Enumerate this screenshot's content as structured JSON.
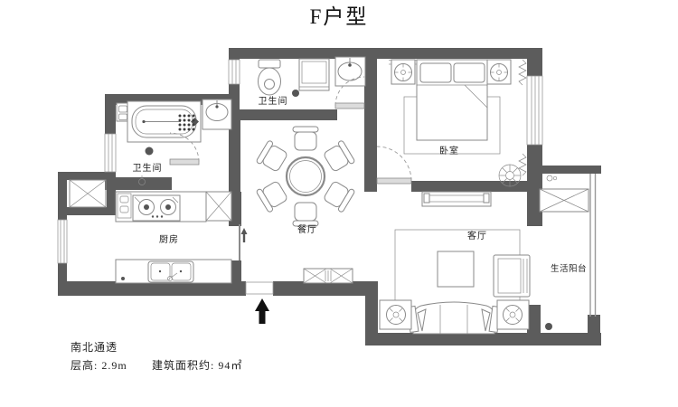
{
  "title": "F户型",
  "rooms": {
    "bath_top": "卫生间",
    "bath_left": "卫生间",
    "kitchen": "厨房",
    "dining": "餐厅",
    "bedroom": "卧室",
    "living": "客厅",
    "balcony": "生活阳台"
  },
  "annotations": {
    "orientation": "南北通透",
    "floor_height": "层高: 2.9m",
    "area": "建筑面积约: 94㎡"
  },
  "colors": {
    "wall": "#5c5c5c",
    "furniture": "#8a8a8a",
    "accent_dark": "#555555",
    "text": "#1a1a1a"
  }
}
